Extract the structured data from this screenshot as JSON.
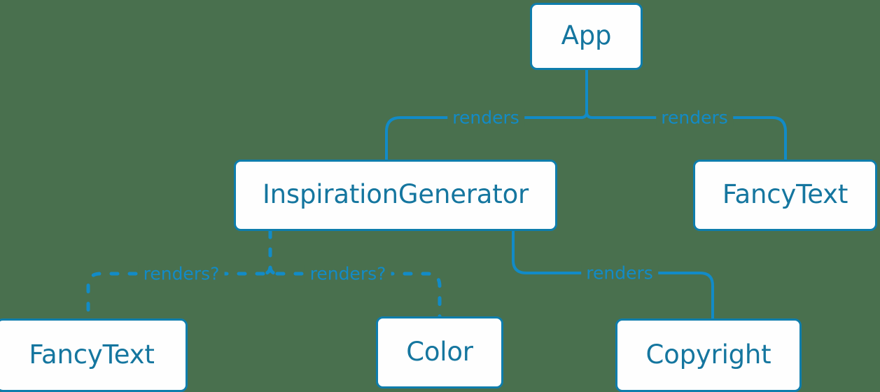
{
  "diagram": {
    "type": "component-tree",
    "background_color": "#49704E",
    "node_fill": "#FEFEFE",
    "node_border_color": "#0E7DAC",
    "node_text_color": "#15769F",
    "edge_color": "#128BC7",
    "edge_label_color": "#128BC7",
    "nodes": [
      {
        "id": "app",
        "label": "App"
      },
      {
        "id": "inspiration",
        "label": "InspirationGenerator"
      },
      {
        "id": "fancytext_top",
        "label": "FancyText"
      },
      {
        "id": "fancytext_bottom",
        "label": "FancyText"
      },
      {
        "id": "color",
        "label": "Color"
      },
      {
        "id": "copyright",
        "label": "Copyright"
      }
    ],
    "edges": [
      {
        "from": "app",
        "to": "inspiration",
        "label": "renders",
        "style": "solid"
      },
      {
        "from": "app",
        "to": "fancytext_top",
        "label": "renders",
        "style": "solid"
      },
      {
        "from": "inspiration",
        "to": "fancytext_bottom",
        "label": "renders?",
        "style": "dashed"
      },
      {
        "from": "inspiration",
        "to": "color",
        "label": "renders?",
        "style": "dashed"
      },
      {
        "from": "inspiration",
        "to": "copyright",
        "label": "renders",
        "style": "solid"
      }
    ]
  }
}
